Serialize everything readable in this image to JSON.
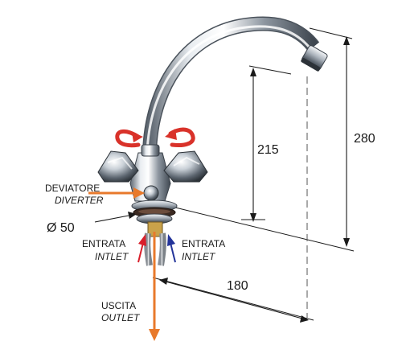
{
  "labels": {
    "deviatore": "DEVIATORE",
    "diverter": "DIVERTER",
    "diameter": "Ø 50",
    "entrata_left": "ENTRATA",
    "intlet_left": "INTLET",
    "entrata_right": "ENTRATA",
    "intlet_right": "INTLET",
    "uscita": "USCITA",
    "outlet": "OUTLET"
  },
  "dimensions": {
    "height_spout": "215",
    "height_total": "280",
    "reach": "180"
  },
  "colors": {
    "outlet_arrow": "#e8792b",
    "inlet_hot": "#d81e2a",
    "inlet_cold": "#23349a",
    "rotation_arrow": "#d9322a",
    "dimension_line": "#1a1a1a"
  }
}
